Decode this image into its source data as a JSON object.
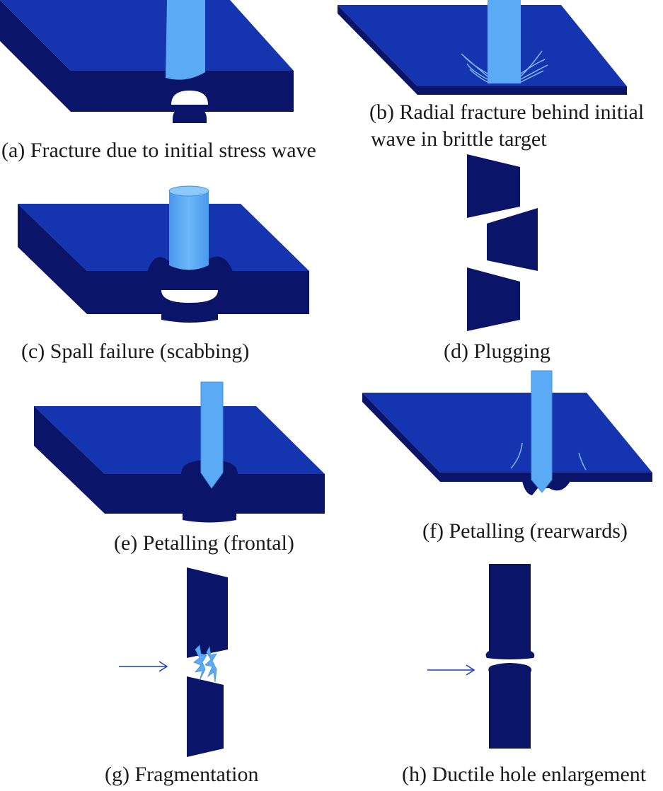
{
  "colors": {
    "plate_top": "#1535b0",
    "plate_side": "#0a1468",
    "projectile": "#5aaaf5",
    "projectile_edge": "#3f8fe0",
    "background": "#ffffff",
    "text": "#1a1a1a"
  },
  "panels": [
    {
      "id": "a",
      "caption": "(a) Fracture due to initial stress wave"
    },
    {
      "id": "b",
      "caption_line1": "(b) Radial fracture behind initial",
      "caption_line2": "wave in brittle target"
    },
    {
      "id": "c",
      "caption": "(c) Spall failure (scabbing)"
    },
    {
      "id": "d",
      "caption": "(d) Plugging"
    },
    {
      "id": "e",
      "caption": "(e) Petalling (frontal)"
    },
    {
      "id": "f",
      "caption": "(f) Petalling (rearwards)"
    },
    {
      "id": "g",
      "caption": "(g) Fragmentation"
    },
    {
      "id": "h",
      "caption": "(h) Ductile hole enlargement"
    }
  ]
}
